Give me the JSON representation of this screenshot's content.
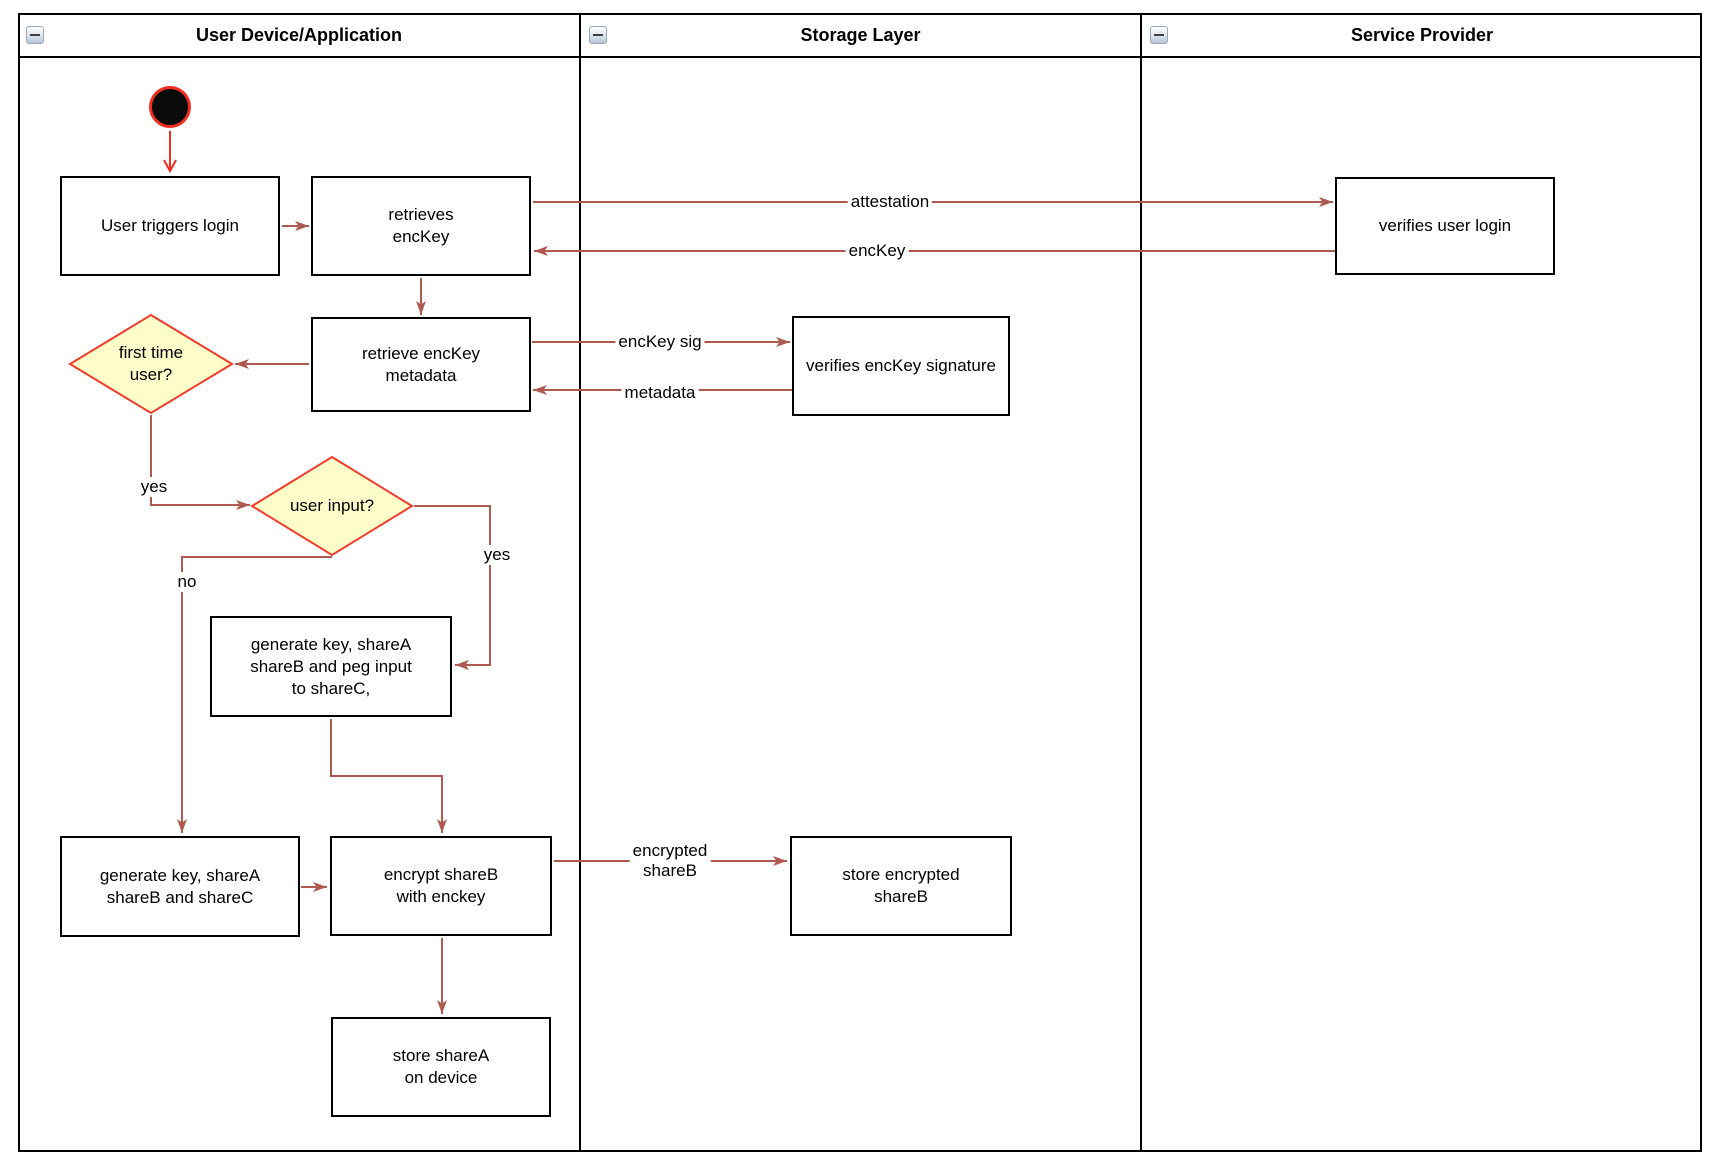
{
  "diagram": {
    "lanes": [
      {
        "title": "User Device/Application"
      },
      {
        "title": "Storage Layer"
      },
      {
        "title": "Service Provider"
      }
    ],
    "collapse_icon": "minus",
    "nodes": {
      "user_triggers_login": {
        "label": "User triggers login"
      },
      "retrieves_enckey": {
        "label": "retrieves\nencKey"
      },
      "retrieve_metadata": {
        "label": "retrieve encKey\nmetadata"
      },
      "first_time_user": {
        "label": "first time\nuser?"
      },
      "user_input": {
        "label": "user input?"
      },
      "peg_input": {
        "label": "generate key, shareA\nshareB and peg input\nto shareC,"
      },
      "generate_shares": {
        "label": "generate key, shareA\nshareB and shareC"
      },
      "encrypt_shareb": {
        "label": "encrypt shareB\nwith enckey"
      },
      "store_sharea": {
        "label": "store shareA\non device"
      },
      "verifies_signature": {
        "label": "verifies encKey signature"
      },
      "store_encrypted_shareb": {
        "label": "store encrypted\nshareB"
      },
      "verifies_user_login": {
        "label": "verifies user login"
      }
    },
    "edge_labels": {
      "attestation": "attestation",
      "enckey": "encKey",
      "enckey_sig": "encKey sig",
      "metadata": "metadata",
      "yes1": "yes",
      "yes2": "yes",
      "no": "no",
      "encrypted_shareb": "encrypted\nshareB"
    },
    "colors": {
      "edge": "#AF5A50",
      "start": "#F22E1E",
      "decision_fill": "#FEFDC9",
      "decision_border": "#F23B2B"
    }
  }
}
